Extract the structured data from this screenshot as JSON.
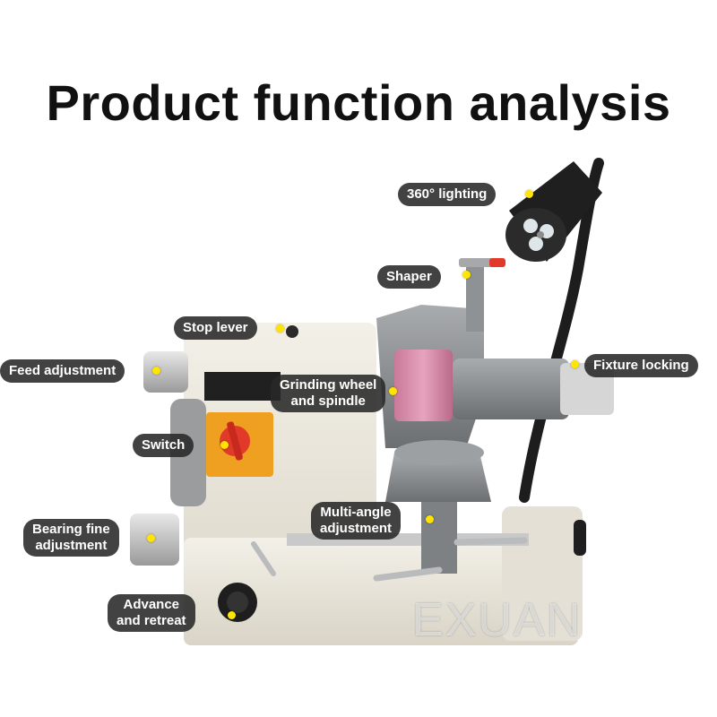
{
  "title": "Product function analysis",
  "labels": {
    "lighting": "360° lighting",
    "shaper": "Shaper",
    "stop_lever": "Stop lever",
    "feed_adjustment": "Feed adjustment",
    "fixture_locking": "Fixture locking",
    "grinding_wheel_line1": "Grinding wheel",
    "grinding_wheel_line2": "and spindle",
    "switch": "Switch",
    "multi_angle_line1": "Multi-angle",
    "multi_angle_line2": "adjustment",
    "bearing_line1": "Bearing fine",
    "bearing_line2": "adjustment",
    "advance_line1": "Advance",
    "advance_line2": "and retreat"
  },
  "watermark": "EXUAN",
  "colors": {
    "callout_bg": "#282828",
    "callout_text": "#ffffff",
    "dot": "#ffe500",
    "machine_body": "#ebe7dc",
    "machine_metal": "#8a8d90",
    "grinding_wheel": "#d98aa6",
    "switch_panel": "#f0a020"
  }
}
